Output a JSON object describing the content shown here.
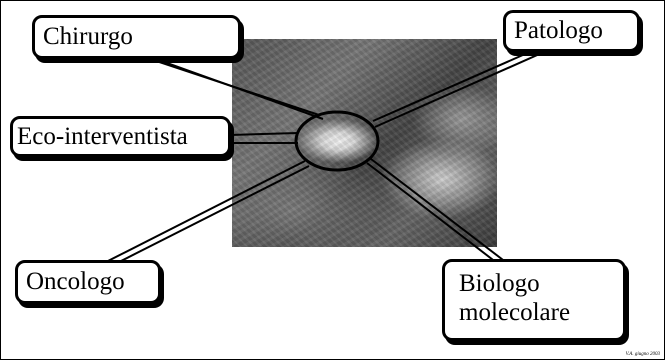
{
  "roles": {
    "chirurgo": "Chirurgo",
    "patologo": "Patologo",
    "eco_interventista": "Eco-interventista",
    "oncologo": "Oncologo",
    "biologo_line1": "Biologo",
    "biologo_line2": "molecolare"
  },
  "footer": "V.A. giugno 2003",
  "colors": {
    "label_border": "#000000",
    "label_fill": "#ffffff",
    "photo_tone": "grayscale"
  }
}
